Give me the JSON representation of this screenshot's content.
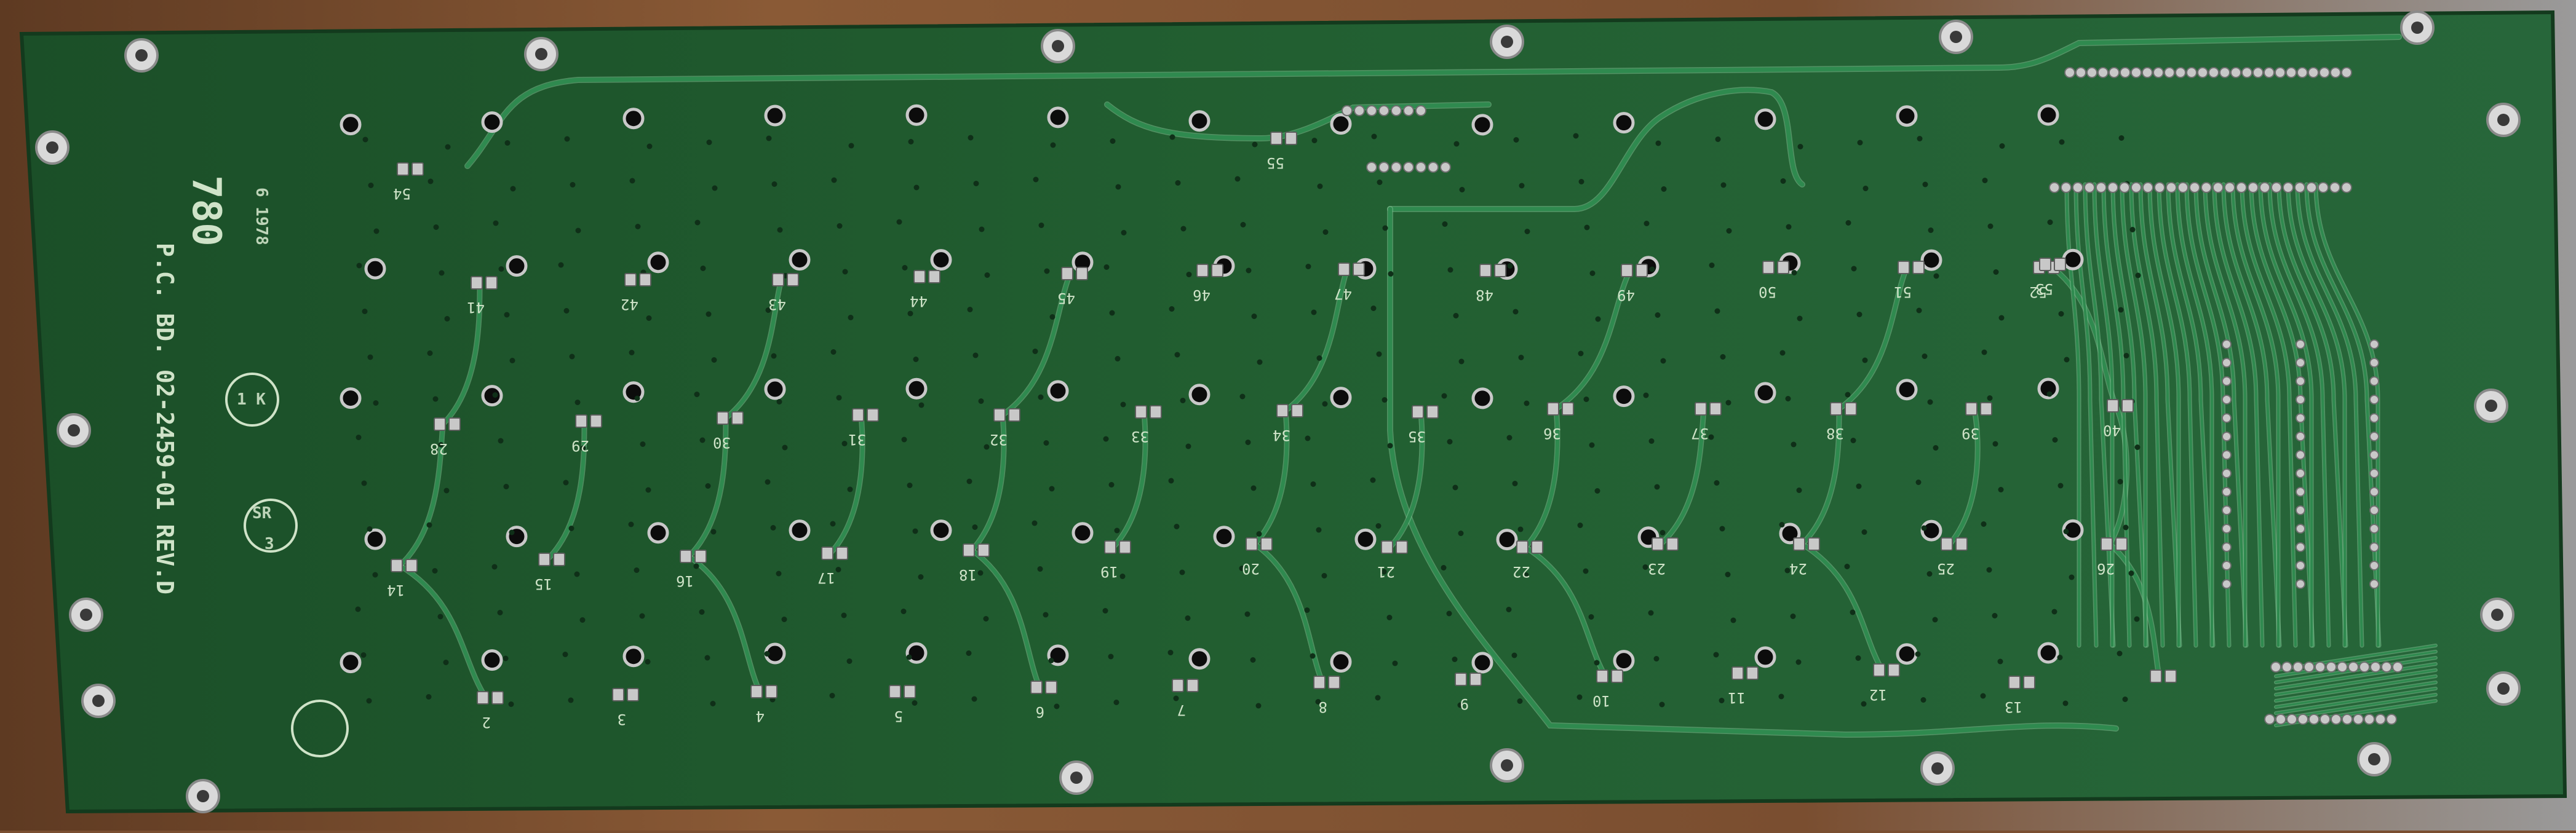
{
  "board": {
    "colors": {
      "background_wood": "#7a4e30",
      "pcb": "#1f5a2e",
      "pcb_dark": "#184a25",
      "trace": "#2f8a4f",
      "trace_edge": "#8fcfa0",
      "solder": "#c8c8c8",
      "silkscreen": "#cfe3c8"
    },
    "silkscreen": {
      "model": "780",
      "part_number": "P.C. BD. 02-2459-01 REV.D",
      "date_code": "6 1978",
      "circle_1": "1 K",
      "circle_2": "3",
      "small_mark": "SR"
    },
    "key_labels": [
      "2",
      "3",
      "4",
      "5",
      "6",
      "7",
      "8",
      "9",
      "10",
      "11",
      "12",
      "13",
      "14",
      "15",
      "16",
      "17",
      "18",
      "19",
      "20",
      "21",
      "22",
      "23",
      "24",
      "25",
      "26",
      "28",
      "29",
      "30",
      "31",
      "32",
      "33",
      "34",
      "35",
      "36",
      "37",
      "38",
      "39",
      "40",
      "41",
      "42",
      "43",
      "44",
      "45",
      "46",
      "47",
      "48",
      "49",
      "50",
      "51",
      "52",
      "53",
      "54",
      "55"
    ]
  }
}
